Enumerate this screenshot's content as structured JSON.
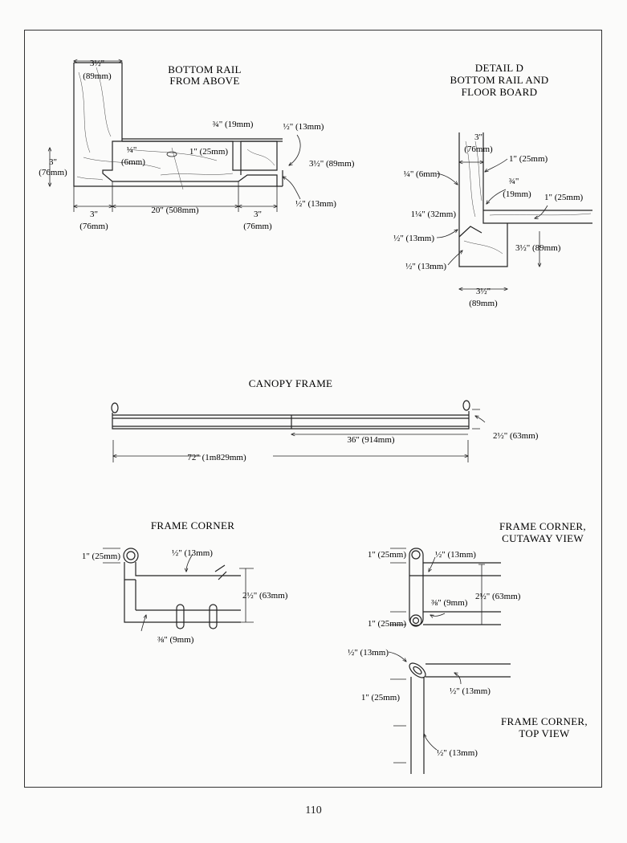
{
  "page_number": "110",
  "bottom_rail": {
    "title_line1": "BOTTOM RAIL",
    "title_line2": "FROM ABOVE",
    "dims": {
      "top_width": "3½\"",
      "top_width_mm": "(89mm)",
      "left_height": "3\"",
      "left_height_mm": "(76mm)",
      "quarter": "¼\"",
      "quarter_mm": "(6mm)",
      "three_quarter": "¾\" (19mm)",
      "one_inch": "1\" (25mm)",
      "half_top": "½\" (13mm)",
      "three_half": "3½\" (89mm)",
      "half_bottom": "½\" (13mm)",
      "left_bottom": "3\"",
      "left_bottom_mm": "(76mm)",
      "middle": "20\" (508mm)",
      "right_bottom": "3\"",
      "right_bottom_mm": "(76mm)"
    }
  },
  "detail_d": {
    "title_line1": "DETAIL D",
    "title_line2": "BOTTOM RAIL AND",
    "title_line3": "FLOOR BOARD",
    "dims": {
      "top": "3\"",
      "top_mm": "(76mm)",
      "one_inch_a": "1\" (25mm)",
      "quarter": "¼\" (6mm)",
      "three_quarter": "¾\"",
      "three_quarter_mm": "(19mm)",
      "one_inch_b": "1\" (25mm)",
      "one_quarter": "1¼\" (32mm)",
      "half_a": "½\" (13mm)",
      "three_half_side": "3½\" (89mm)",
      "half_b": "½\" (13mm)",
      "bottom": "3½\"",
      "bottom_mm": "(89mm)"
    }
  },
  "canopy": {
    "title": "CANOPY FRAME",
    "dims": {
      "half_span": "36\" (914mm)",
      "height": "2½\" (63mm)",
      "full_span": "72\" (1m829mm)"
    }
  },
  "frame_corner": {
    "title": "FRAME CORNER",
    "dims": {
      "one_inch": "1\" (25mm)",
      "half": "½\" (13mm)",
      "height": "2½\" (63mm)",
      "three_eighths": "⅜\" (9mm)"
    }
  },
  "cutaway": {
    "title_line1": "FRAME CORNER,",
    "title_line2": "CUTAWAY VIEW",
    "dims": {
      "one_inch_top": "1\" (25mm)",
      "half": "½\" (13mm)",
      "height": "2½\" (63mm)",
      "three_eighths": "⅜\" (9mm)",
      "one_inch_bottom": "1\" (25mm)"
    }
  },
  "top_view": {
    "title_line1": "FRAME CORNER,",
    "title_line2": "TOP VIEW",
    "dims": {
      "half_a": "½\" (13mm)",
      "half_b": "½\" (13mm)",
      "one_inch": "1\" (25mm)",
      "half_c": "½\" (13mm)"
    }
  }
}
